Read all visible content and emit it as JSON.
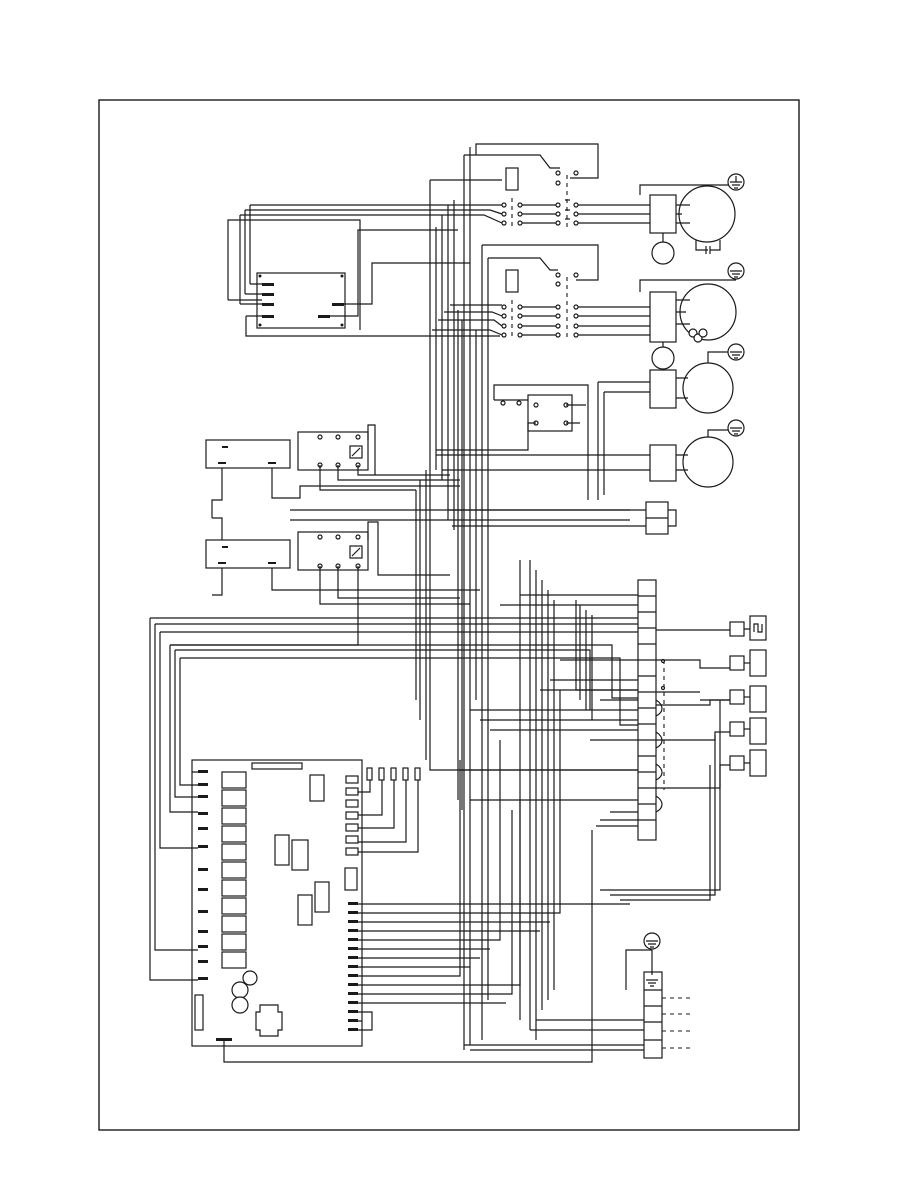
{
  "diagram": {
    "type": "wiring-schematic",
    "colors": {
      "line": "#1a1a1a",
      "background": "#ffffff"
    },
    "components": [
      {
        "name": "contactor-top-coil"
      },
      {
        "name": "contactor-bottom-coil"
      },
      {
        "name": "compressor-motor-top"
      },
      {
        "name": "compressor-motor-second"
      },
      {
        "name": "fan-motor-third"
      },
      {
        "name": "fan-motor-fourth"
      },
      {
        "name": "control-relay-upper"
      },
      {
        "name": "control-relay-lower"
      },
      {
        "name": "main-control-board"
      },
      {
        "name": "terminal-strip"
      },
      {
        "name": "power-supply-terminal"
      },
      {
        "name": "ground-symbols"
      }
    ]
  }
}
